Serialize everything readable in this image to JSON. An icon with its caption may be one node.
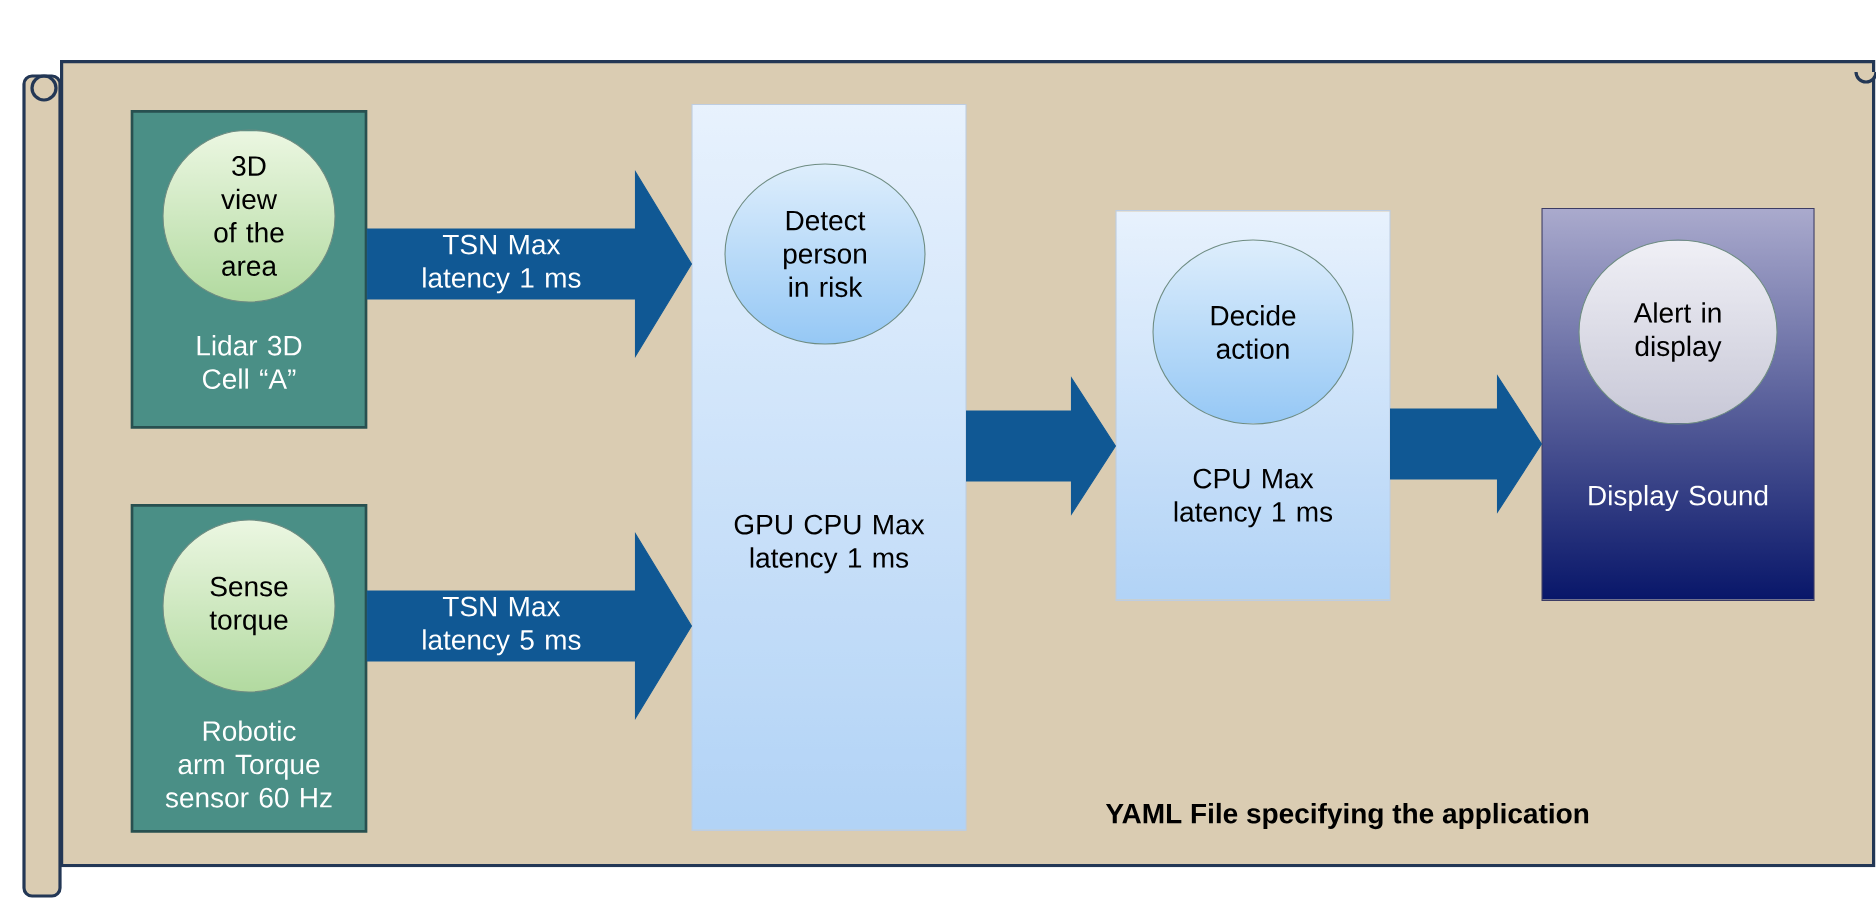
{
  "diagram": {
    "nodes": [
      {
        "text": [
          "YAML File specifying the application"
        ]
      },
      {
        "text": [
          "Lidar 3D Cell “A”"
        ],
        "in": 0
      },
      {
        "text": [
          "3D view of the area"
        ],
        "in": 1
      },
      {
        "text": [
          "Robotic arm Torque sensor 60 Hz"
        ],
        "in": 0
      },
      {
        "text": [
          "Sense torque"
        ],
        "in": 3
      },
      {
        "text": [
          "GPU CPU Max latency 1 ms"
        ],
        "in": 0
      },
      {
        "text": [
          "Detect person in risk"
        ],
        "in": 5
      },
      {
        "text": [
          "CPU Max latency 1 ms"
        ],
        "in": 0
      },
      {
        "text": [
          "Decide action"
        ],
        "in": 7
      },
      {
        "text": [
          "Display Sound"
        ],
        "in": 0
      },
      {
        "text": [
          "Alert in display"
        ],
        "in": 9
      }
    ],
    "edges": [
      {
        "from": 1,
        "to": 5,
        "arrow": "to",
        "label": "TSN Max latency 1 ms"
      },
      {
        "from": 3,
        "to": 5,
        "arrow": "to",
        "label": "TSN Max latency 5 ms"
      },
      {
        "from": 5,
        "to": 7,
        "arrow": "to"
      },
      {
        "from": 7,
        "to": 9,
        "arrow": "to"
      }
    ]
  }
}
